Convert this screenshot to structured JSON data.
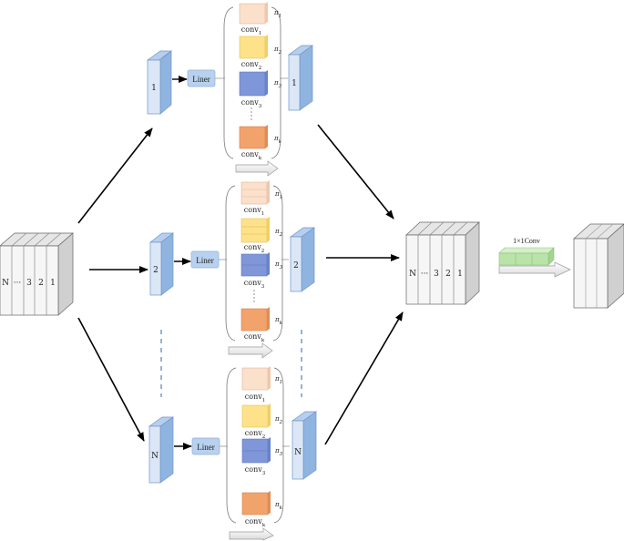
{
  "input_stack": {
    "labels": [
      "N",
      "···",
      "3",
      "2",
      "1"
    ]
  },
  "output_stack": {
    "labels": [
      "N",
      "···",
      "3",
      "2",
      "1"
    ]
  },
  "branches": [
    {
      "id": "1",
      "in_label": "1",
      "liner_label": "Liner",
      "out_label": "1",
      "convs": [
        "conv1",
        "conv2",
        "conv3",
        "convk"
      ],
      "pis": [
        "π1",
        "π2",
        "π3",
        "πk"
      ]
    },
    {
      "id": "2",
      "in_label": "2",
      "liner_label": "Liner",
      "out_label": "2",
      "convs": [
        "conv1",
        "conv2",
        "conv3",
        "convk"
      ],
      "pis": [
        "π1",
        "π2",
        "π3",
        "πk"
      ]
    },
    {
      "id": "N",
      "in_label": "N",
      "liner_label": "Liner",
      "out_label": "N",
      "convs": [
        "conv1",
        "conv2",
        "conv3",
        "convk"
      ],
      "pis": [
        "π1",
        "π2",
        "π3",
        "πk"
      ]
    }
  ],
  "final": {
    "conv_label": "1×1Conv"
  },
  "colors": {
    "block_front": "#dbe7f6",
    "block_side": "#8fb4e0",
    "liner_fill": "#b8d1ee",
    "conv_peach": "#fbe0cc",
    "conv_yellow": "#fde28a",
    "conv_blue": "#7f97d8",
    "conv_orange": "#f2a36c",
    "green": "#b9e3a9",
    "gray_front": "#f4f4f4",
    "gray_side": "#d4d4d4"
  }
}
